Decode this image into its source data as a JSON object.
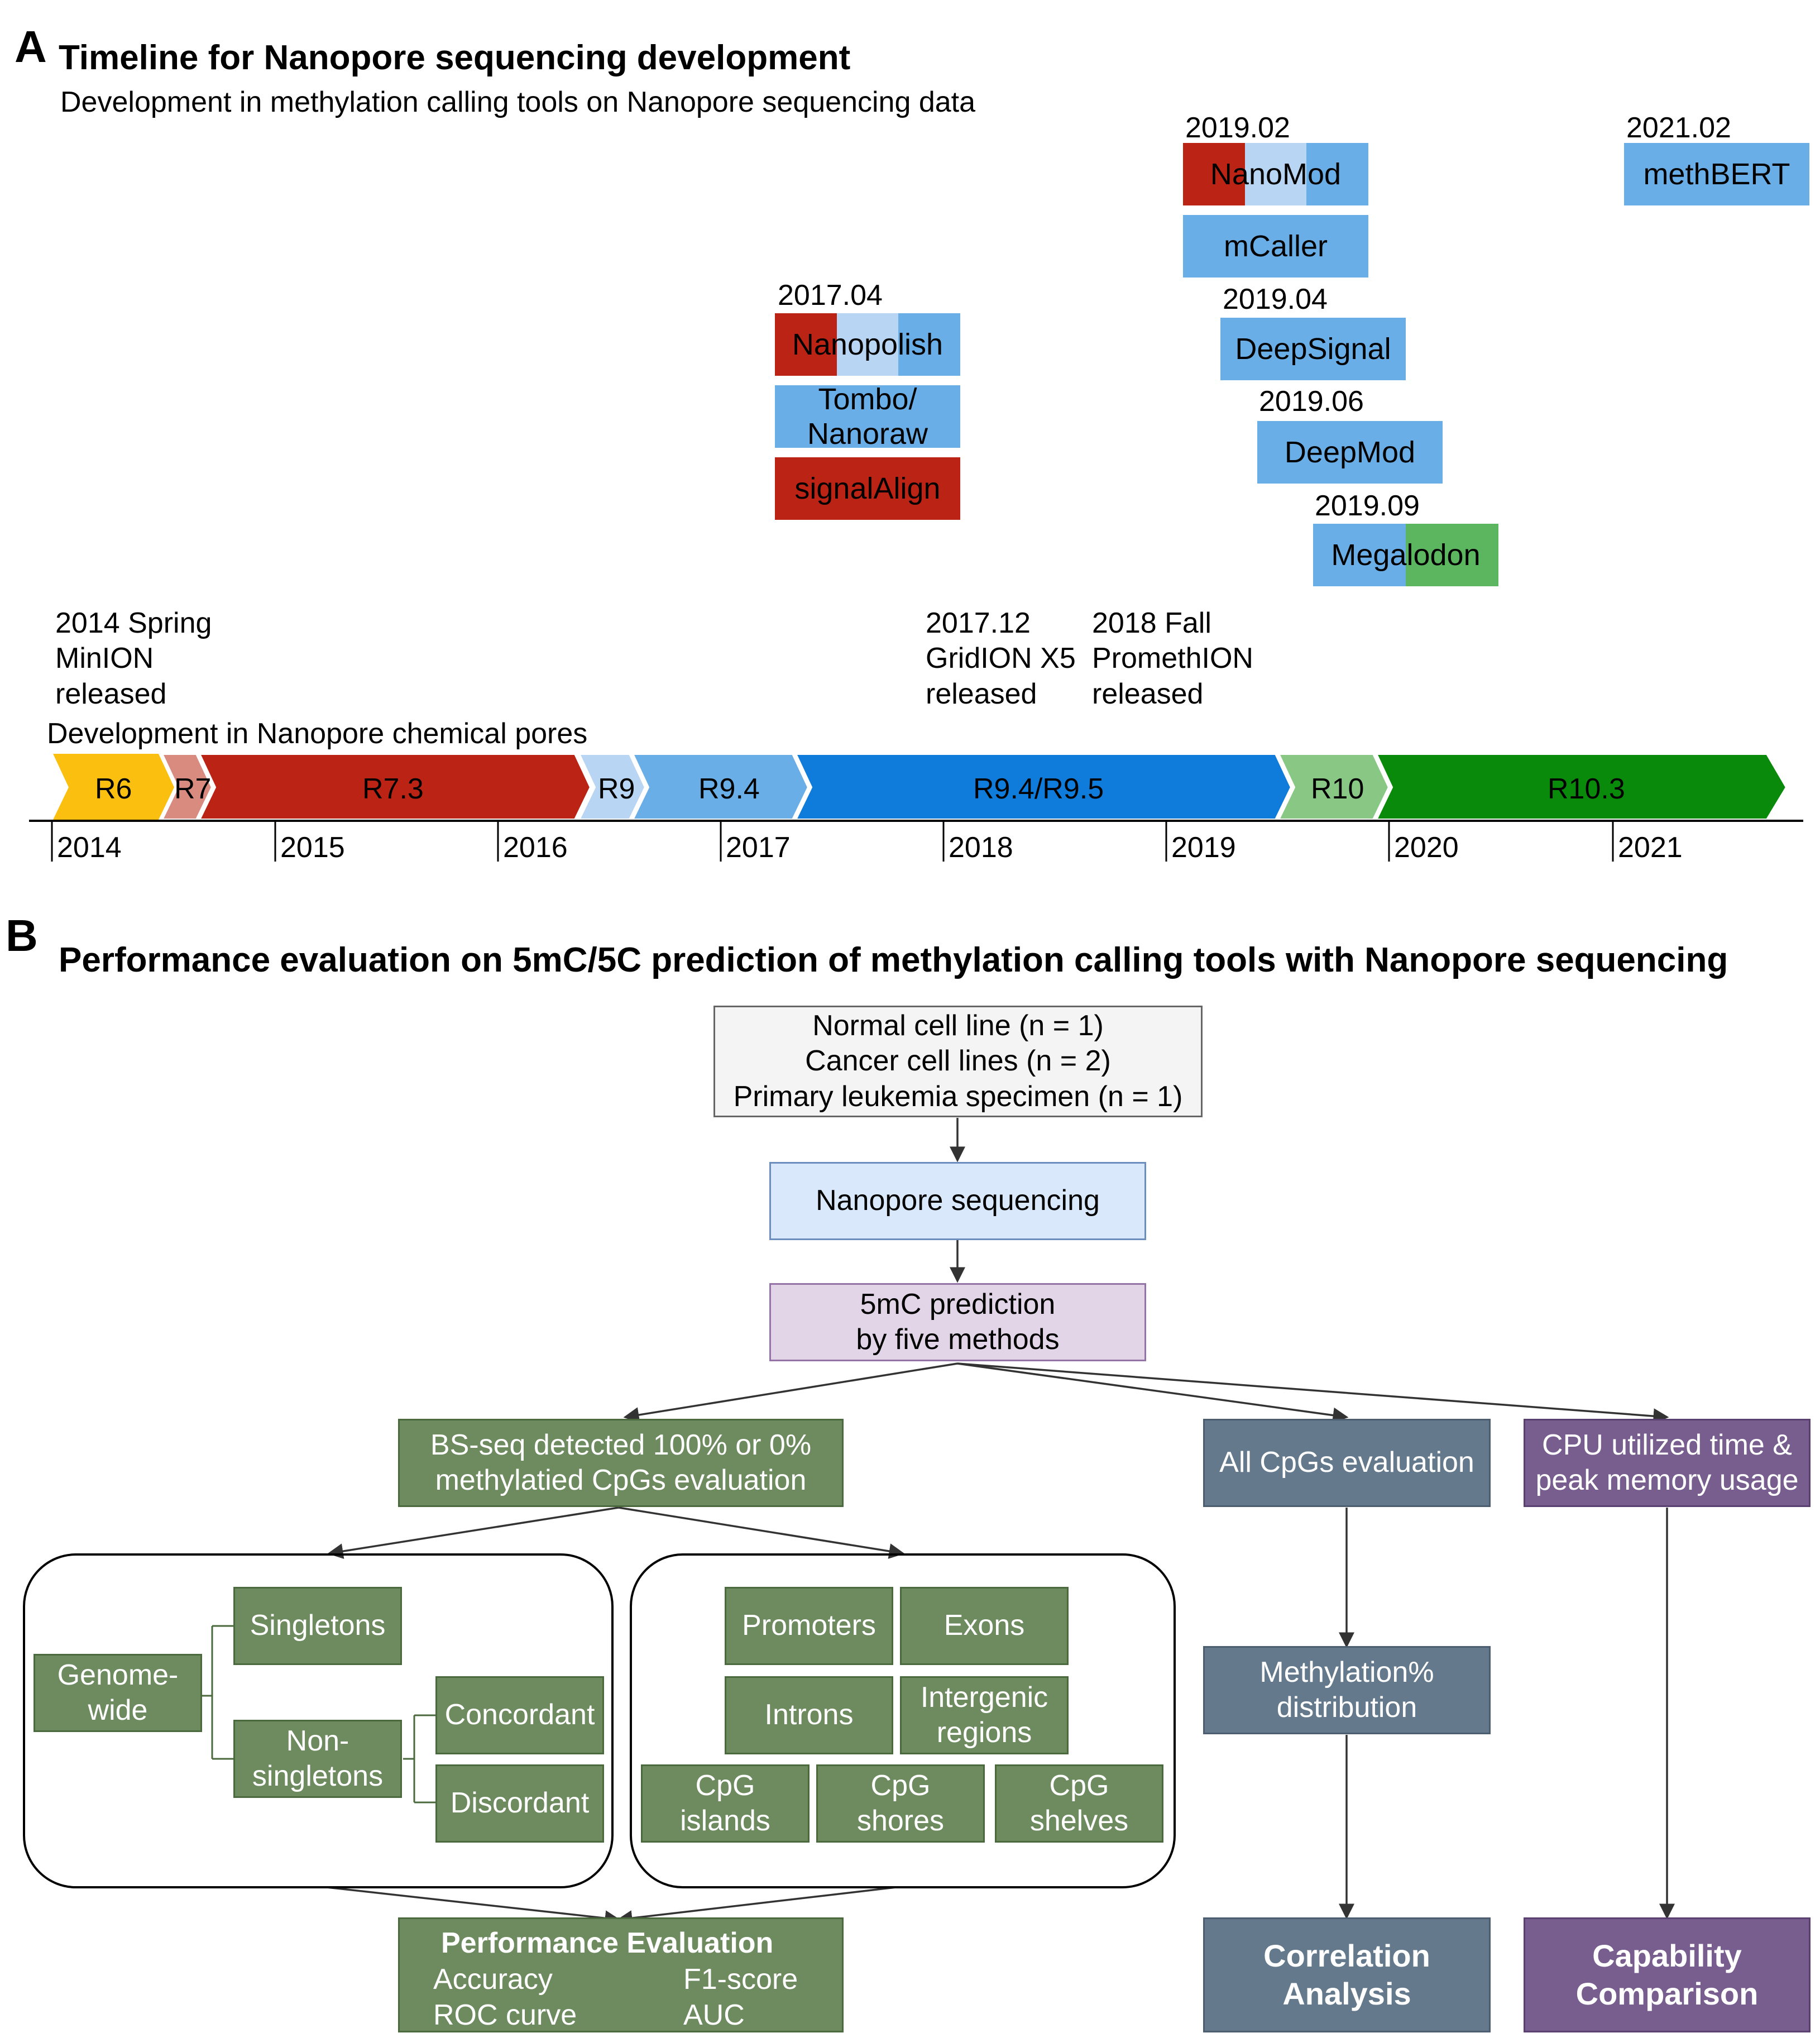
{
  "panel_a": {
    "letter": "A",
    "title": "Timeline for Nanopore sequencing development",
    "subtitle": "Development in methylation calling tools on Nanopore sequencing data",
    "release_groups": [
      {
        "date": "2017.04",
        "tools": [
          "Nanopolish",
          "Tombo/\nNanoraw",
          "signalAlign"
        ]
      },
      {
        "date": "2019.02",
        "tools": [
          "NanoMod",
          "mCaller"
        ]
      },
      {
        "date": "2019.04",
        "tools": [
          "DeepSignal"
        ]
      },
      {
        "date": "2019.06",
        "tools": [
          "DeepMod"
        ]
      },
      {
        "date": "2019.09",
        "tools": [
          "Megalodon"
        ]
      },
      {
        "date": "2021.02",
        "tools": [
          "methBERT"
        ]
      }
    ],
    "device_events": [
      "2014 Spring\nMinION\nreleased",
      "2017.12\nGridION X5\nreleased",
      "2018 Fall\nPromethION\nreleased"
    ],
    "pores_heading": "Development in Nanopore chemical pores",
    "pores": [
      "R6",
      "R7",
      "R7.3",
      "R9",
      "R9.4",
      "R9.4/R9.5",
      "R10",
      "R10.3"
    ],
    "years": [
      "2014",
      "2015",
      "2016",
      "2017",
      "2018",
      "2019",
      "2020",
      "2021"
    ],
    "colors": {
      "dark_red": "#bb2314",
      "light_blue": "#b8d6f4",
      "mid_blue": "#6aaee8",
      "bright_blue": "#0f7bda",
      "green": "#5cb55f",
      "dark_green": "#0a8a0a",
      "yellow": "#fbbf10",
      "salmon": "#d98b80",
      "light_green": "#88c884"
    }
  },
  "panel_b": {
    "letter": "B",
    "title": "Performance evaluation on 5mC/5C prediction of methylation calling tools with Nanopore sequencing",
    "samples": "Normal cell line (n = 1)\nCancer cell lines (n = 2)\nPrimary leukemia specimen (n = 1)",
    "sequencing": "Nanopore sequencing",
    "prediction": "5mC prediction\nby five methods",
    "bsseq": "BS-seq detected 100% or 0%\nmethylatied CpGs evaluation",
    "all_cpgs": "All CpGs evaluation",
    "cpu": "CPU utilized time &\npeak memory usage",
    "genome_wide": "Genome-\nwide",
    "singletons": "Singletons",
    "non_singletons": "Non-\nsingletons",
    "concordant": "Concordant",
    "discordant": "Discordant",
    "regions": [
      "Promoters",
      "Exons",
      "Introns",
      "Intergenic\nregions",
      "CpG\nislands",
      "CpG\nshores",
      "CpG\nshelves"
    ],
    "methylation_dist": "Methylation%\ndistribution",
    "perf_title": "Performance Evaluation",
    "perf_metrics": [
      "Accuracy",
      "F1-score",
      "ROC curve",
      "AUC"
    ],
    "correlation": "Correlation\nAnalysis",
    "capability": "Capability\nComparison",
    "colors": {
      "gray_box": "#f4f4f4",
      "blue_box": "#dae8fb",
      "purple_box": "#e3d5e8",
      "green_box": "#6d8b5f",
      "slate_box": "#647a8c",
      "purple_dark": "#785d8f"
    }
  }
}
